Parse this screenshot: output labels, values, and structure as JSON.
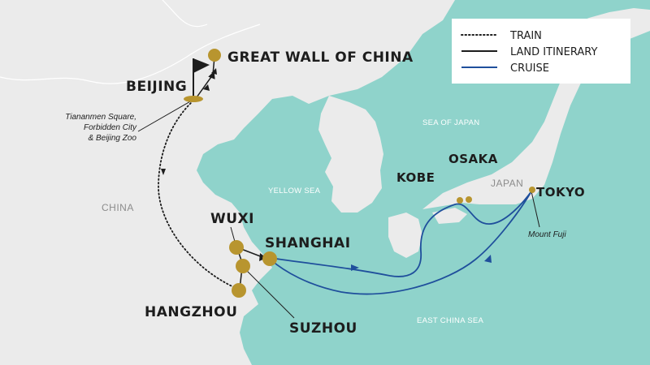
{
  "legend": {
    "items": [
      {
        "label": "TRAIN",
        "style": "dotted",
        "color": "#1d1d1d"
      },
      {
        "label": "LAND ITINERARY",
        "style": "solid",
        "color": "#1d1d1d"
      },
      {
        "label": "CRUISE",
        "style": "solid",
        "color": "#1f4f9c"
      }
    ]
  },
  "cities": {
    "great_wall": "GREAT WALL OF CHINA",
    "beijing": "BEIJING",
    "wuxi": "WUXI",
    "shanghai": "SHANGHAI",
    "hangzhou": "HANGZHOU",
    "suzhou": "SUZHOU",
    "kobe": "KOBE",
    "osaka": "OSAKA",
    "tokyo": "TOKYO"
  },
  "notes": {
    "beijing_line1": "Tiananmen Square,",
    "beijing_line2": "Forbidden City",
    "beijing_line3": "& Beijing Zoo",
    "tokyo": "Mount Fuji"
  },
  "seas": {
    "sea_of_japan": "SEA OF JAPAN",
    "yellow_sea": "YELLOW SEA",
    "east_china_sea": "EAST CHINA SEA"
  },
  "countries": {
    "china": "CHINA",
    "japan": "JAPAN"
  },
  "colors": {
    "water": "#8fd3cb",
    "land": "#ebebeb",
    "marker": "#b8952f",
    "cruise": "#1f4f9c",
    "route": "#1d1d1d"
  }
}
